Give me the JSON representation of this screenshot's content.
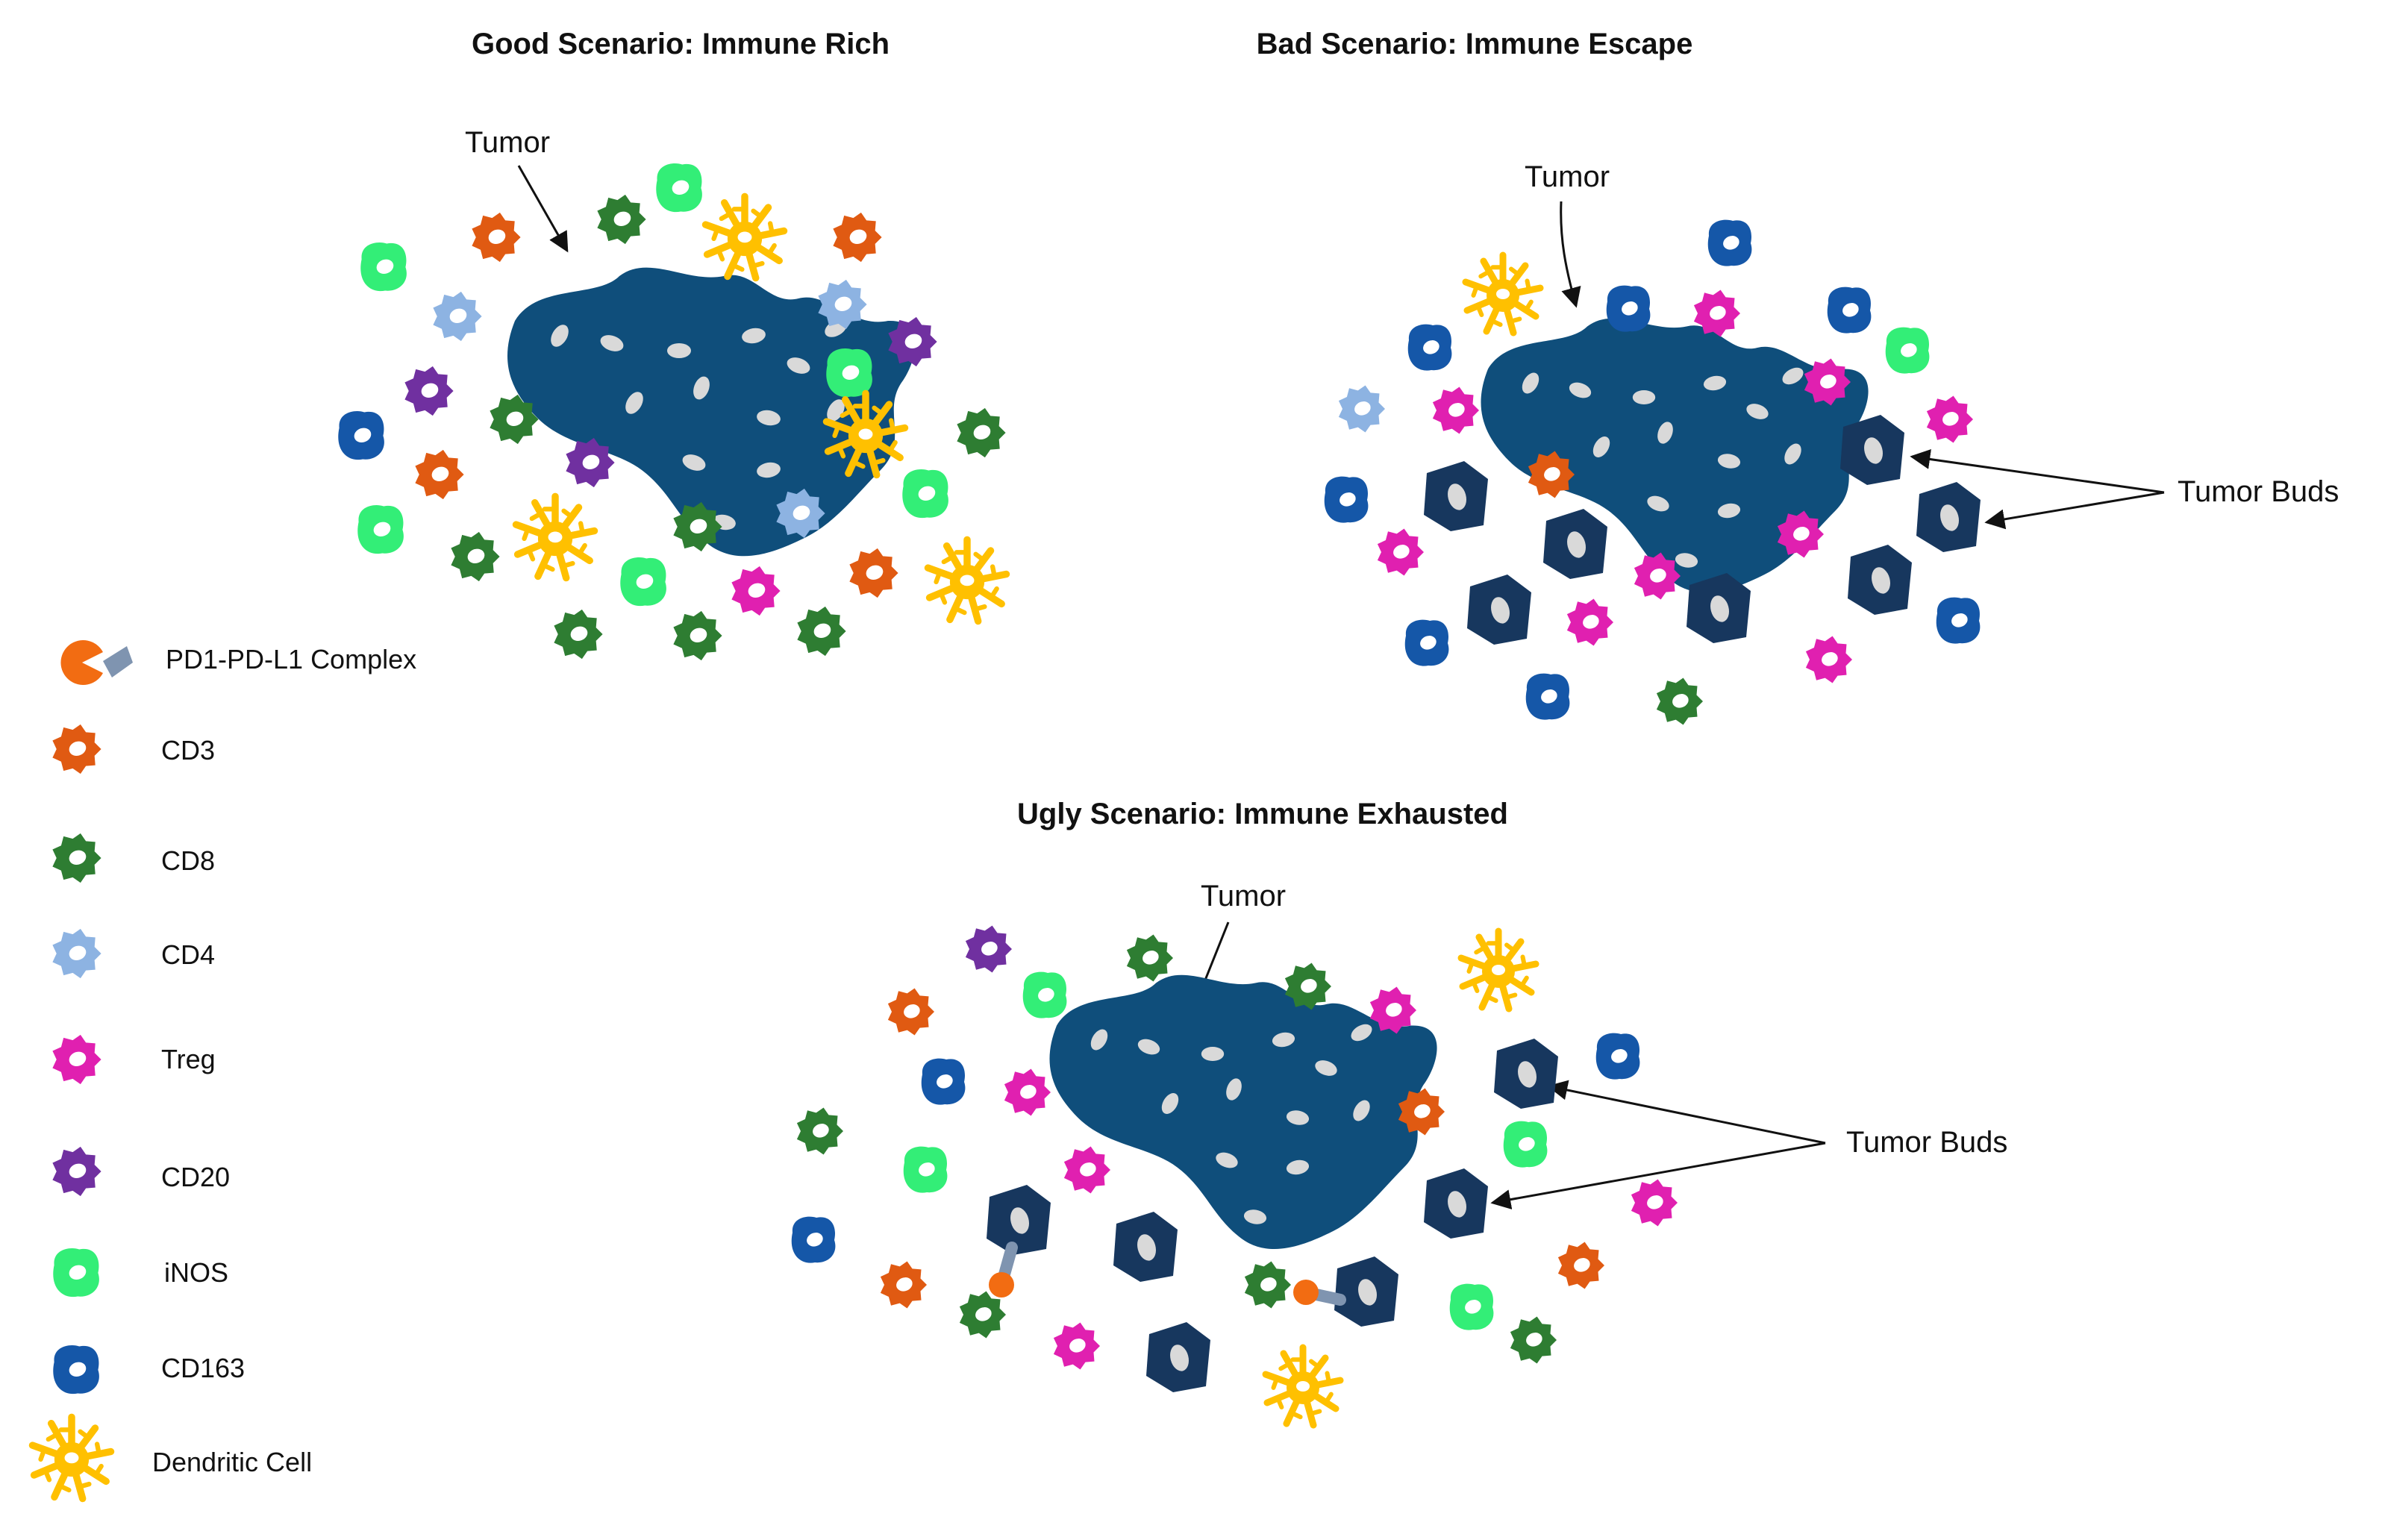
{
  "colors": {
    "tumor": "#0f4e7b",
    "tumor_nucleus": "#d9d9d9",
    "bud": "#17375e",
    "CD3": "#e05a12",
    "CD8": "#2e7d32",
    "CD4": "#8db3e2",
    "Treg": "#e020b0",
    "CD20": "#7030a0",
    "iNOS": "#33ee77",
    "CD163": "#1557a8",
    "Dendritic": "#ffc000",
    "PD1": "#f26c12",
    "PDL1": "#7f94b0"
  },
  "scenarios": {
    "good": {
      "title": "Good Scenario: Immune Rich",
      "tumor_label": "Tumor"
    },
    "bad": {
      "title": "Bad Scenario: Immune Escape",
      "tumor_label": "Tumor",
      "buds_label": "Tumor Buds"
    },
    "ugly": {
      "title": "Ugly Scenario: Immune Exhausted",
      "tumor_label": "Tumor",
      "buds_label": "Tumor Buds"
    }
  },
  "legend": [
    {
      "label": "PD1-PD-L1 Complex",
      "icon": "pd1-pdl1-complex-icon"
    },
    {
      "label": "CD3",
      "icon": "cd3-cell-icon"
    },
    {
      "label": "CD8",
      "icon": "cd8-cell-icon"
    },
    {
      "label": "CD4",
      "icon": "cd4-cell-icon"
    },
    {
      "label": "Treg",
      "icon": "treg-cell-icon"
    },
    {
      "label": "CD20",
      "icon": "cd20-cell-icon"
    },
    {
      "label": "iNOS",
      "icon": "inos-cell-icon"
    },
    {
      "label": "CD163",
      "icon": "cd163-cell-icon"
    },
    {
      "label": "Dendritic Cell",
      "icon": "dendritic-cell-icon"
    }
  ]
}
